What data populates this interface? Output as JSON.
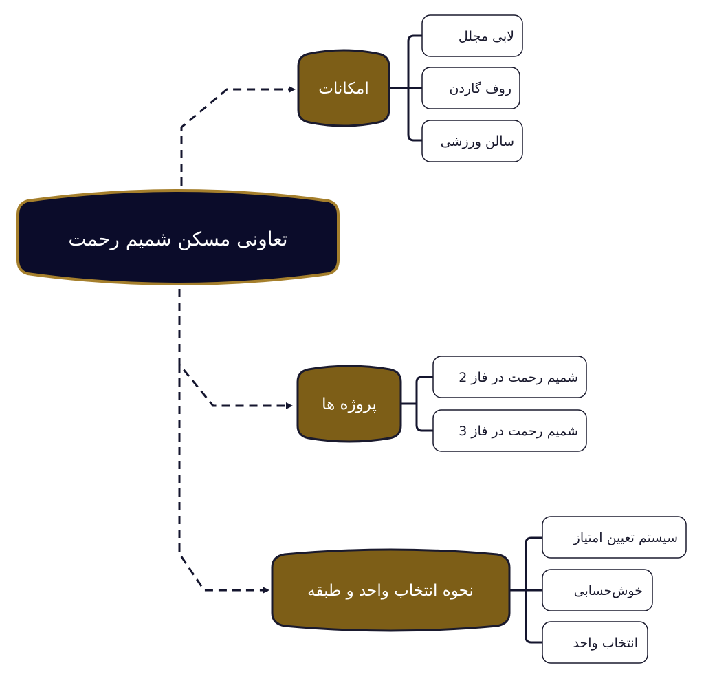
{
  "colors": {
    "root_fill": "#0b0c2a",
    "root_border": "#a57f2c",
    "branch_fill": "#7d5e17",
    "branch_border": "#1a1a2e",
    "leaf_border": "#1a1a2e",
    "line": "#14152e",
    "text_light": "#ffffff",
    "text_dark": "#1a1a2e"
  },
  "root": {
    "label": "تعاونی مسکن شمیم رحمت"
  },
  "branches": [
    {
      "id": "facilities",
      "label": "امکانات",
      "children": [
        "لابی مجلل",
        "روف گاردن",
        "سالن ورزشی"
      ]
    },
    {
      "id": "projects",
      "label": "پروژه ها",
      "children": [
        "شمیم رحمت در فاز 2",
        "شمیم رحمت در فاز 3"
      ]
    },
    {
      "id": "selection",
      "label": "نحوه انتخاب واحد و طبقه",
      "children": [
        "سیستم تعیین امتیاز",
        "خوش‌حسابی",
        "انتخاب واحد"
      ]
    }
  ]
}
